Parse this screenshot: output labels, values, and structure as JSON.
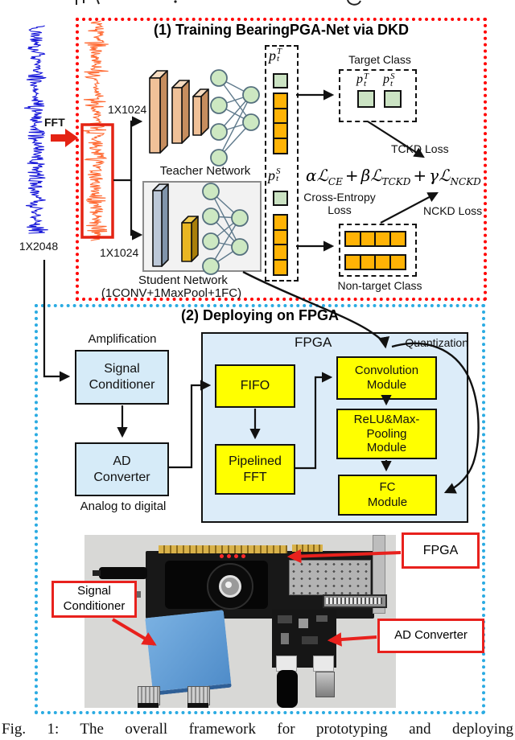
{
  "figure": {
    "caption": "Fig. 1: The overall framework for prototyping and deploying",
    "panel1": {
      "title": "(1) Training BearingPGA-Net via DKD",
      "fft_label": "FFT",
      "raw_signal_size": "1X2048",
      "teacher_input_size": "1X1024",
      "student_input_size": "1X1024",
      "teacher_network_label": "Teacher Network",
      "student_network_label": "Student Network",
      "student_network_detail": "(1CONV+1MaxPool+1FC)",
      "logits": {
        "base": "p",
        "sub": "t",
        "sup_teacher": "T",
        "sup_student": "S"
      },
      "target_class_label": "Target Class",
      "non_target_class_label": "Non-target Class",
      "tckd_loss_label": "TCKD Loss",
      "nckd_loss_label": "NCKD Loss",
      "cross_entropy_line1": "Cross-Entropy",
      "cross_entropy_line2": "Loss",
      "formula": {
        "alpha": "α",
        "beta": "β",
        "gamma": "γ",
        "loss_letter": "ℒ",
        "sub_ce": "CE",
        "sub_tckd": "TCKD",
        "sub_nckd": "NCKD",
        "plus": "+"
      }
    },
    "panel2": {
      "title": "(2) Deploying on FPGA",
      "amplification_label": "Amplification",
      "signal_conditioner_line1": "Signal",
      "signal_conditioner_line2": "Conditioner",
      "ad_converter_line1": "AD",
      "ad_converter_line2": "Converter",
      "analog_to_digital_label": "Analog to digital",
      "fpga_chip_label": "FPGA",
      "quantization_label": "Quantization",
      "fifo_label": "FIFO",
      "pipelined_fft_line1": "Pipelined",
      "pipelined_fft_line2": "FFT",
      "convolution_module_line1": "Convolution",
      "convolution_module_line2": "Module",
      "relu_maxpool_module_line1": "ReLU&Max-",
      "relu_maxpool_module_line2": "Pooling",
      "relu_maxpool_module_line3": "Module",
      "fc_module_line1": "FC",
      "fc_module_line2": "Module"
    },
    "photo_labels": {
      "fpga_tag": "FPGA",
      "signal_conditioner_tag_line1": "Signal",
      "signal_conditioner_tag_line2": "Conditioner",
      "ad_converter_tag": "AD Converter"
    },
    "colors": {
      "panel1_border": "#ff0000",
      "panel2_border": "#2aabe2",
      "module_yellow": "#ffff00",
      "io_box_blue": "#d6ebf8",
      "fpga_region_blue": "#dcecf9",
      "logit_cell_orange": "#ffb305",
      "logit_cell_green": "#cbe3c3",
      "waveform_blue": "#1616d9",
      "waveform_orange": "#ff6a33",
      "photo_tag_red": "#e8211d"
    }
  }
}
